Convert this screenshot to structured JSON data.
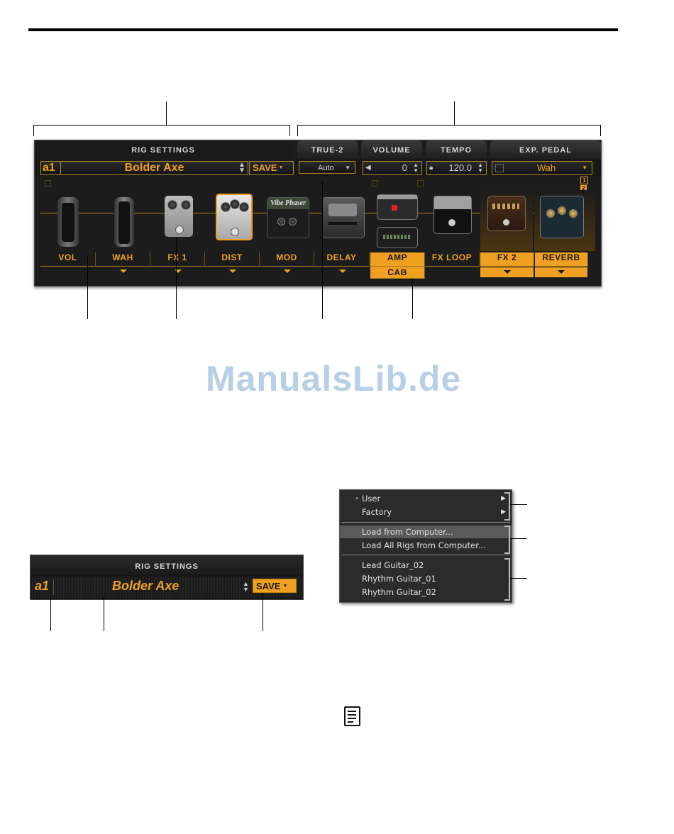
{
  "rig_panel": {
    "header": {
      "rig_settings": "RIG SETTINGS",
      "true2": "TRUE-2",
      "volume": "VOLUME",
      "tempo": "TEMPO",
      "exp_pedal": "EXP. PEDAL"
    },
    "rig_slot": "a1",
    "rig_name": "Bolder Axe",
    "save_label": "SAVE",
    "true2_value": "Auto",
    "volume_value": "0",
    "tempo_value": "120.0",
    "exp_pedal_value": "Wah",
    "pedal_num_1": "1",
    "pedal_num_2": "2",
    "chain_labels": {
      "vol": "VOL",
      "wah": "WAH",
      "fx1": "FX 1",
      "dist": "DIST",
      "mod": "MOD",
      "delay": "DELAY",
      "amp": "AMP",
      "cab": "CAB",
      "fxloop": "FX LOOP",
      "fx2": "FX 2",
      "reverb": "REVERB"
    },
    "mod_pedal_text": "Vibe Phaser"
  },
  "rig_settings_detail": {
    "header": "RIG SETTINGS",
    "rig_slot": "a1",
    "rig_name": "Bolder Axe",
    "save_label": "SAVE"
  },
  "rig_menu": {
    "items_group1": [
      "User",
      "Factory"
    ],
    "items_group2": [
      "Load from Computer...",
      "Load All Rigs from Computer..."
    ],
    "items_group3": [
      "Lead Guitar_02",
      "Rhythm Guitar_01",
      "Rhythm Guitar_02"
    ]
  },
  "watermark": "ManualsLib.de",
  "colors": {
    "accent": "#f0a020",
    "panel": "#1c1c1c",
    "menu_bg": "#2b2b2b",
    "highlight": "#5a5a5a"
  }
}
